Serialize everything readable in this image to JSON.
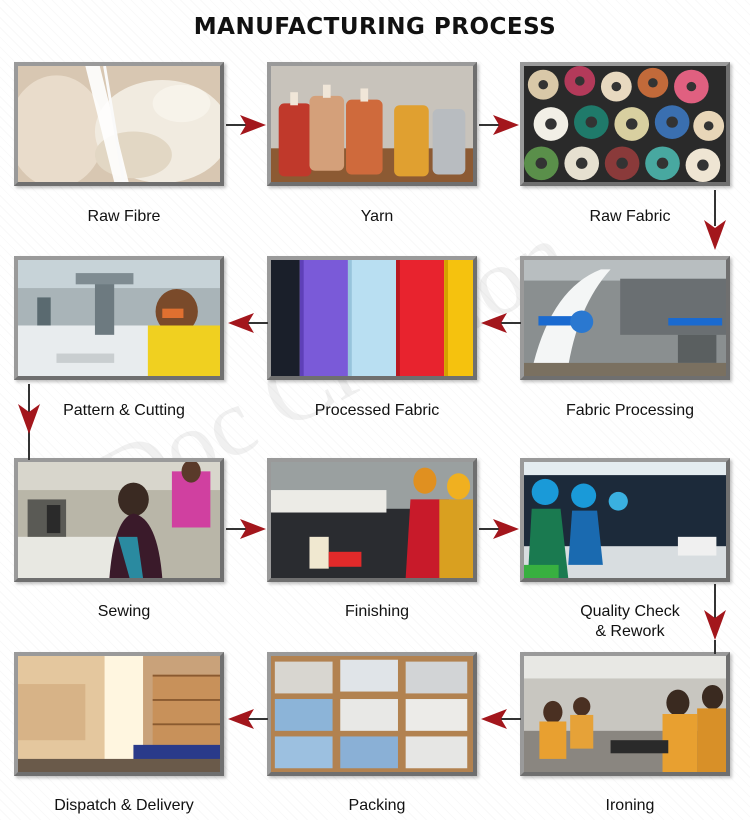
{
  "title": "MANUFACTURING PROCESS",
  "watermark": "Doc Creation",
  "steps": [
    {
      "label": "Raw Fibre"
    },
    {
      "label": "Yarn"
    },
    {
      "label": "Raw Fabric"
    },
    {
      "label": "Fabric Processing"
    },
    {
      "label": "Processed Fabric"
    },
    {
      "label": "Pattern & Cutting"
    },
    {
      "label": "Sewing"
    },
    {
      "label": "Finishing"
    },
    {
      "label": "Quality Check",
      "label2": "& Rework"
    },
    {
      "label": "Ironing"
    },
    {
      "label": "Packing"
    },
    {
      "label": "Dispatch & Delivery"
    }
  ],
  "colors": {
    "arrow": "#a3161c",
    "arrow_line": "#333333",
    "frame": "#9a9a9a"
  }
}
